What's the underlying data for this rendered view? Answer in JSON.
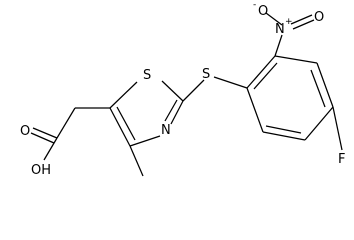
{
  "atoms": {
    "ring_s": "S",
    "linker_s": "S",
    "thiazole_n": "N",
    "nitro_n": "N",
    "nitro_n_charge": "+",
    "nitro_o_top": "O",
    "nitro_o_top_charge": "-",
    "nitro_o_right": "O",
    "fluorine": "F",
    "carbonyl_o": "O",
    "hydroxyl": "OH"
  },
  "colors": {
    "bond": "#000000",
    "text": "#000000",
    "background": "#ffffff"
  }
}
